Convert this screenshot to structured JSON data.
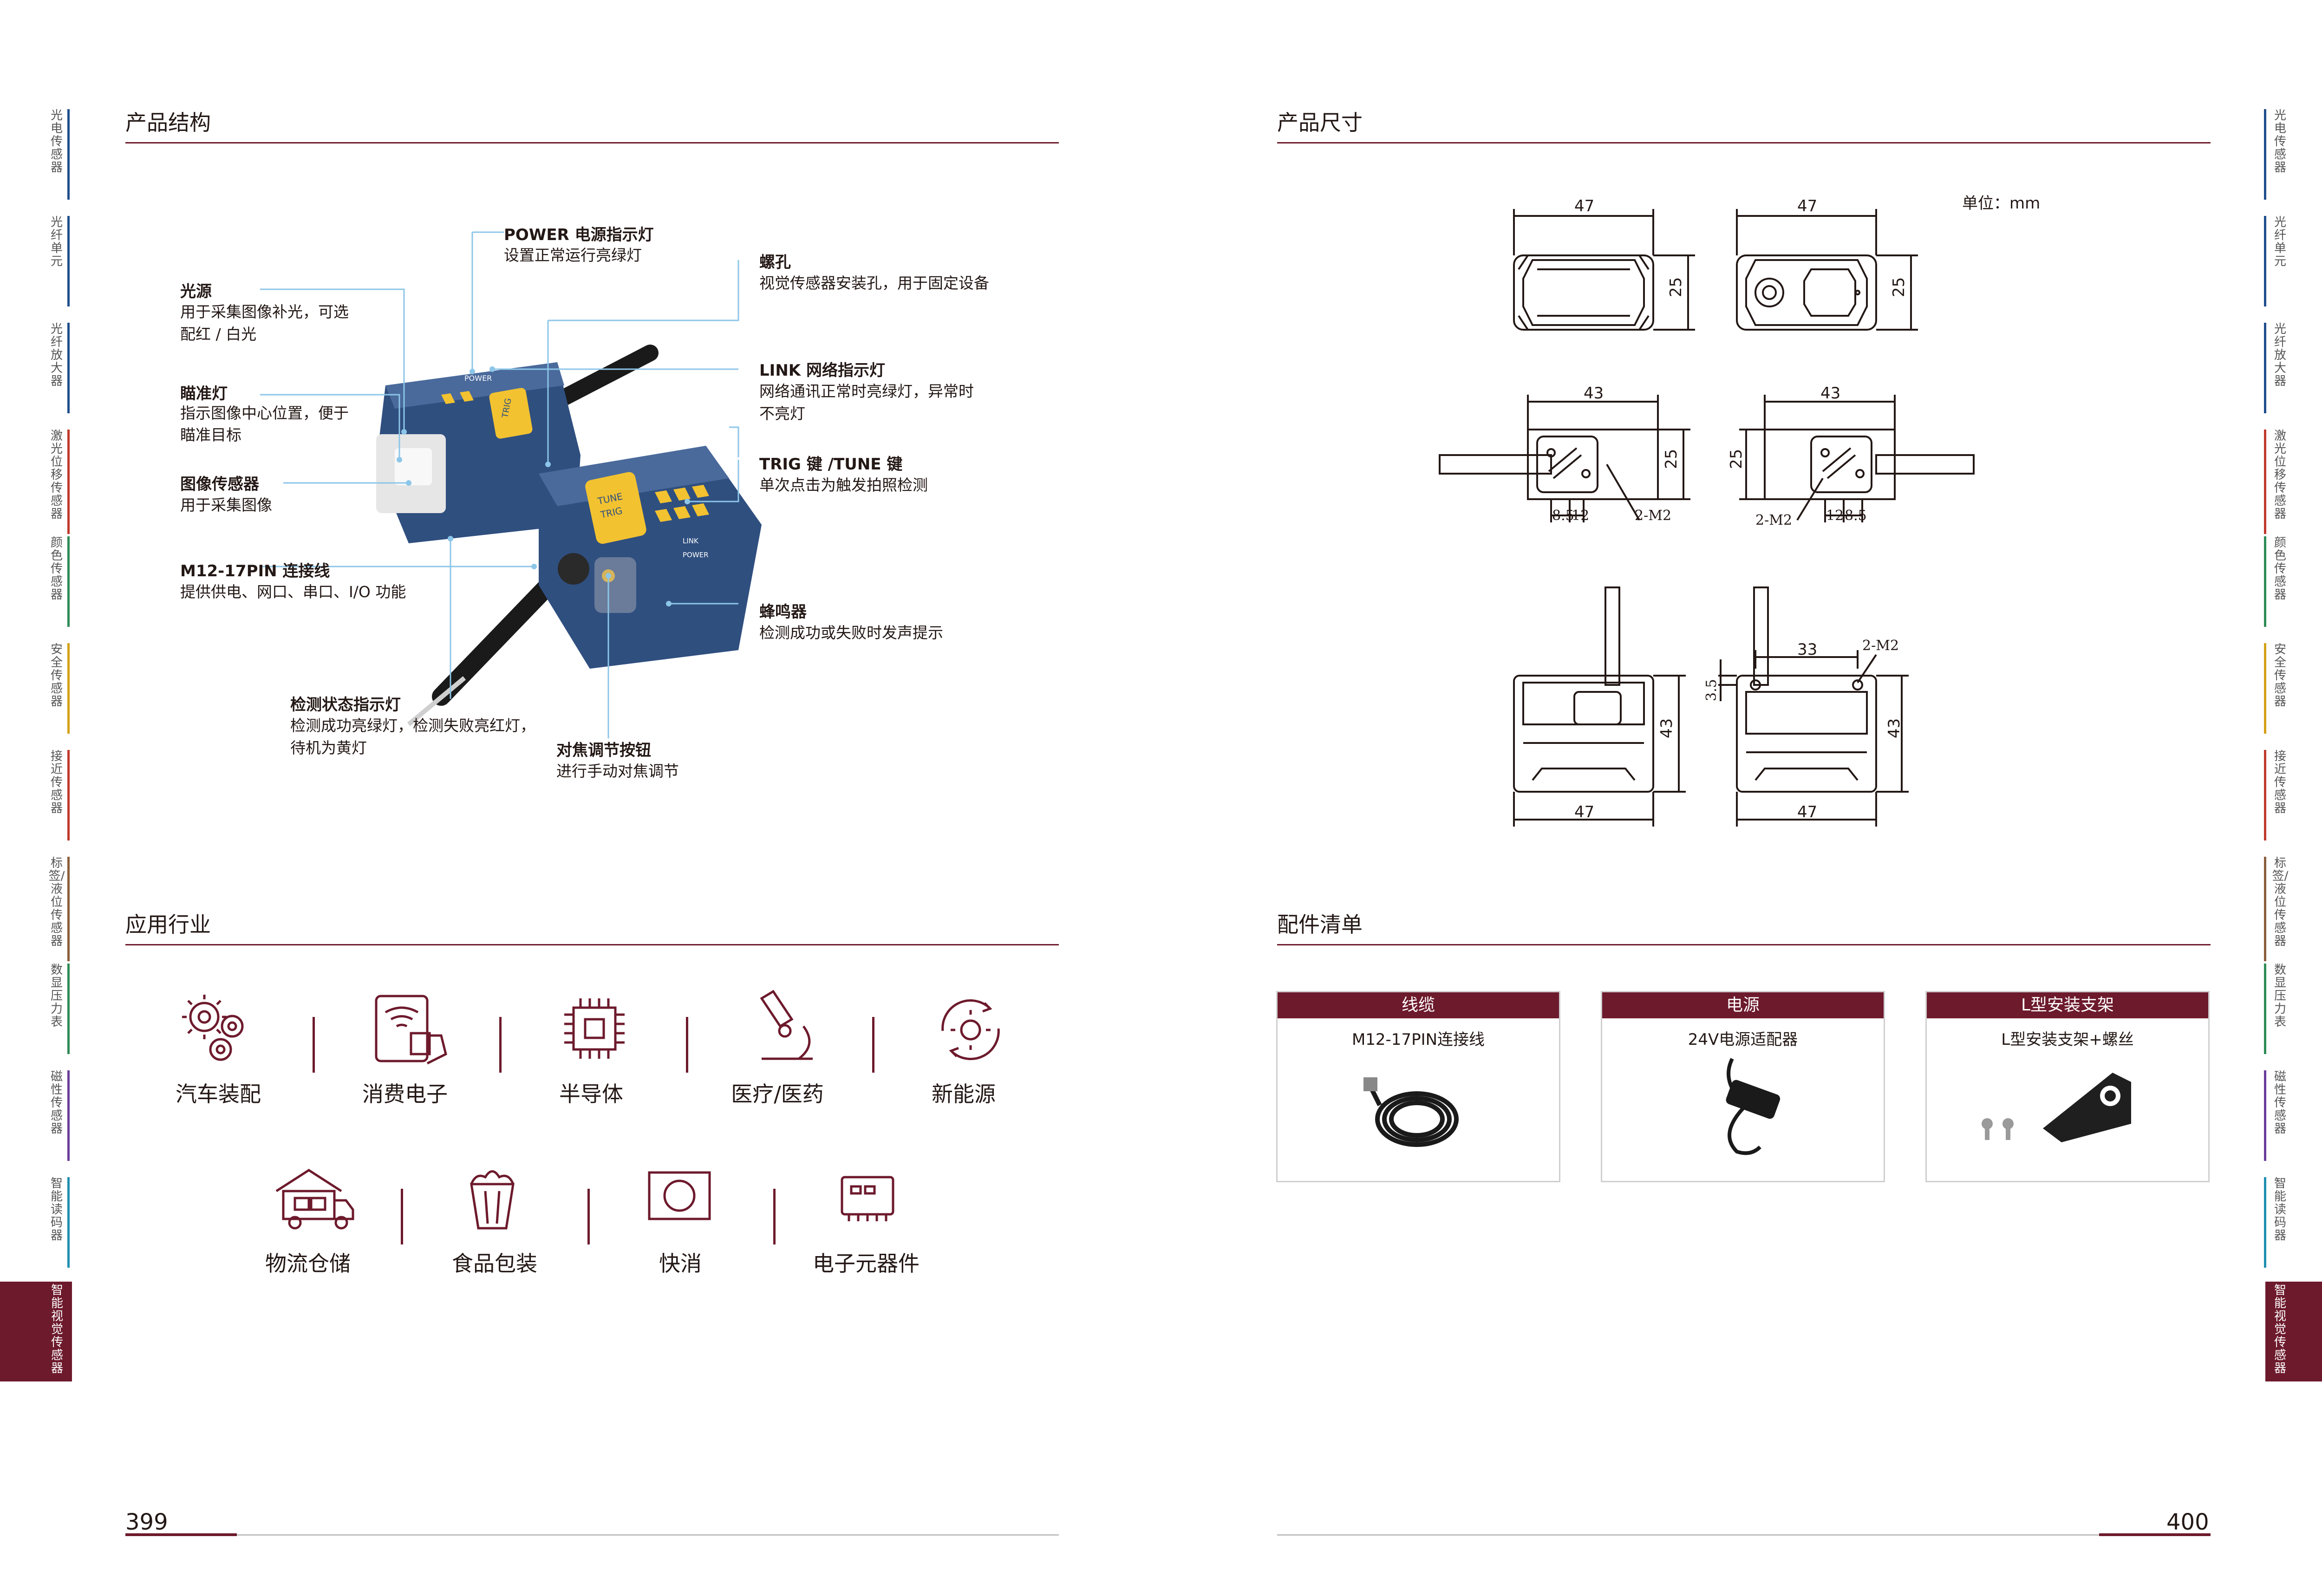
{
  "left_tabs": [
    {
      "label": "光电传感器",
      "color": "#1f4e8c"
    },
    {
      "label": "光纤单元",
      "color": "#1f4e8c"
    },
    {
      "label": "光纤放大器",
      "color": "#1f4e8c"
    },
    {
      "label": "激光位移传感器",
      "color": "#c0392b"
    },
    {
      "label": "颜色传感器",
      "color": "#2e8b57"
    },
    {
      "label": "安全传感器",
      "color": "#d4a017"
    },
    {
      "label": "接近传感器",
      "color": "#c0392b"
    },
    {
      "label": "标签/液位传感器",
      "color": "#8b5e3c"
    },
    {
      "label": "数显压力表",
      "color": "#2e8b57"
    },
    {
      "label": "磁性传感器",
      "color": "#6a3d9a"
    },
    {
      "label": "智能读码器",
      "color": "#1f8fb0"
    },
    {
      "label": "智能视觉传感器",
      "color": "#6d1a2c"
    }
  ],
  "left_page": {
    "structure_title": "产品结构",
    "labels": {
      "power_title": "POWER 电源指示灯",
      "power_desc": "设置正常运行亮绿灯",
      "screw_title": "螺孔",
      "screw_desc": "视觉传感器安装孔，用于固定设备",
      "light_title": "光源",
      "light_desc1": "用于采集图像补光，可选",
      "light_desc2": "配红 / 白光",
      "link_title": "LINK 网络指示灯",
      "link_desc1": "网络通讯正常时亮绿灯，异常时",
      "link_desc2": "不亮灯",
      "aim_title": "瞄准灯",
      "aim_desc1": "指示图像中心位置，便于",
      "aim_desc2": "瞄准目标",
      "trig_title": "TRIG 键 /TUNE 键",
      "trig_desc": "单次点击为触发拍照检测",
      "sensor_title": "图像传感器",
      "sensor_desc": "用于采集图像",
      "m12_title": "M12-17PIN 连接线",
      "m12_desc": "提供供电、网口、串口、I/O 功能",
      "buzzer_title": "蜂鸣器",
      "buzzer_desc": "检测成功或失败时发声提示",
      "status_title": "检测状态指示灯",
      "status_desc1": "检测成功亮绿灯，检测失败亮红灯，",
      "status_desc2": "待机为黄灯",
      "focus_title": "对焦调节按钮",
      "focus_desc": "进行手动对焦调节"
    },
    "device_marks": {
      "power": "POWER",
      "link": "LINK",
      "trig": "TRIG",
      "tune": "TUNE"
    },
    "industry_title": "应用行业",
    "industries_row1": [
      "汽车装配",
      "消费电子",
      "半导体",
      "医疗/医药",
      "新能源"
    ],
    "industries_row2": [
      "物流仓储",
      "食品包装",
      "快消",
      "电子元器件"
    ],
    "page_number": "399"
  },
  "right_page": {
    "dimension_title": "产品尺寸",
    "unit_label": "单位：mm",
    "dims": {
      "w47": "47",
      "h25": "25",
      "w43": "43",
      "d85": "8.5",
      "d12": "12",
      "m2": "2-M2",
      "d33": "33",
      "d35": "3.5",
      "h43": "43"
    },
    "accessory_title": "配件清单",
    "accessories": [
      {
        "header": "线缆",
        "name": "M12-17PIN连接线"
      },
      {
        "header": "电源",
        "name": "24V电源适配器"
      },
      {
        "header": "L型安装支架",
        "name": "L型安装支架+螺丝"
      }
    ],
    "page_number": "400"
  },
  "colors": {
    "accent": "#6d1a2c",
    "device_blue": "#2f4f7f",
    "device_yellow": "#f2c230"
  }
}
